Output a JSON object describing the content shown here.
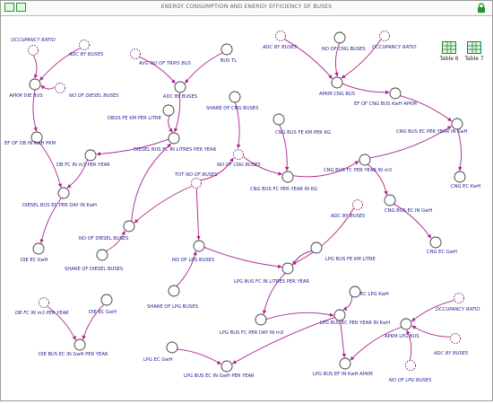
{
  "window": {
    "title": "ENERGY CONSUMPTION AND ENERGY EFFICIENCY OF BUSES",
    "toolbar_buttons": [
      "map-icon",
      "model-icon"
    ],
    "lock_icon": "lock-icon"
  },
  "tables": [
    {
      "id": "table-6",
      "label": "Table 6",
      "icon": "table-icon"
    },
    {
      "id": "table-7",
      "label": "Table 7",
      "icon": "table-icon"
    }
  ],
  "colors": {
    "link": "#b0208f",
    "node_stroke": "#3a3a3a",
    "ghost_stroke": "#7a1a6a",
    "label_blue": "#1e1e8f",
    "accent_green": "#1c9a2f"
  },
  "nodes": [
    {
      "id": "occ1",
      "label": "OCCUPANCY RATIO",
      "ghost": true
    },
    {
      "id": "adc1",
      "label": "ADC BY BUSES",
      "ghost": true
    },
    {
      "id": "apkmdie",
      "label": "APKM DIE BUS"
    },
    {
      "id": "nodie",
      "label": "NO OF DIESEL BUSES",
      "ghost": true
    },
    {
      "id": "avgnotrips",
      "label": "AVG NO OF TRIPS BUS",
      "ghost": true
    },
    {
      "id": "bustl",
      "label": "BUS TL"
    },
    {
      "id": "adcbuses",
      "label": "ADC BY BUSES"
    },
    {
      "id": "dbusfe",
      "label": "DBUS FE KM PER LITRE"
    },
    {
      "id": "efdb",
      "label": "EF OF DB IN KwH PKM"
    },
    {
      "id": "dbfc",
      "label": "DB FC IN m3 PER YEAR"
    },
    {
      "id": "dbusfc",
      "label": "DIESEL BUS FC IN LITRES PER YEAR"
    },
    {
      "id": "dbusec",
      "label": "DIESEL BUS EC PER DAY IN KwH"
    },
    {
      "id": "dieec",
      "label": "DIE EC KwH"
    },
    {
      "id": "shcng",
      "label": "SHARE OF CNG BUSES"
    },
    {
      "id": "adc2",
      "label": "ADC BY BUSES",
      "ghost": true
    },
    {
      "id": "nocng1",
      "label": "NO OF CNG BUSES",
      "ghost": true
    },
    {
      "id": "occ2",
      "label": "OCCUPANCY RATIO",
      "ghost": true
    },
    {
      "id": "tbl6",
      "label": "Table 6"
    },
    {
      "id": "tbl7",
      "label": "Table 7"
    },
    {
      "id": "apkmcng",
      "label": "APKM CNG BUS"
    },
    {
      "id": "efcng",
      "label": "EF OF CNG BUS KwH APKM"
    },
    {
      "id": "cngfe",
      "label": "CNG BUS FE KM PER KG"
    },
    {
      "id": "nocng",
      "label": "NO OF CNG BUSES"
    },
    {
      "id": "cngfckg",
      "label": "CNG BUS FC PER YEAR IN KG"
    },
    {
      "id": "cngfcm3",
      "label": "CNG BUS FC PER YEAR IN m3"
    },
    {
      "id": "cngecyr",
      "label": "CNG BUS EC PER YEAR IN KwH"
    },
    {
      "id": "cngec",
      "label": "CNG EC KwH"
    },
    {
      "id": "cngecgwh",
      "label": "CNG BUS EC IN GwH"
    },
    {
      "id": "cngecgwh2",
      "label": "CNG EC GwH"
    },
    {
      "id": "adc3",
      "label": "ADC BY BUSES",
      "ghost": true
    },
    {
      "id": "totno",
      "label": "TOT NO OF BUSES",
      "ghost": true
    },
    {
      "id": "nodiesel",
      "label": "NO OF DIESEL BUSES"
    },
    {
      "id": "shdiesel",
      "label": "SHARE OF DIESEL BUSES"
    },
    {
      "id": "nolpg",
      "label": "NO OF LPG BUSES"
    },
    {
      "id": "lpgfe",
      "label": "LPG BUS FE KM LITRE"
    },
    {
      "id": "lpgfcl",
      "label": "LPG BUS FC IN LITRES PER YEAR"
    },
    {
      "id": "shlpg",
      "label": "SHARE OF LPG BUSES"
    },
    {
      "id": "eclpg",
      "label": "EC LPG KwH"
    },
    {
      "id": "occ3",
      "label": "OCCUPANCY RATIO",
      "ghost": true
    },
    {
      "id": "dbfc2",
      "label": "DB FC IN m3 PER YEAR",
      "ghost": true
    },
    {
      "id": "dieecgwh",
      "label": "DIE EC GwH"
    },
    {
      "id": "dieecgwhpy",
      "label": "DIE BUS EC IN GwH PER YEAR"
    },
    {
      "id": "lpgfcday",
      "label": "LPG BUS FC PER DAY IN m3"
    },
    {
      "id": "lpgecyr",
      "label": "LPG BUS EC PER YEAR IN KwH"
    },
    {
      "id": "apkmlpg",
      "label": "APKM LPG BUS"
    },
    {
      "id": "adc4",
      "label": "ADC BY BUSES",
      "ghost": true
    },
    {
      "id": "lpgecgwh",
      "label": "LPG EC GwH"
    },
    {
      "id": "lpgecgwhpy",
      "label": "LPG BUS EC IN GwH PER YEAR"
    },
    {
      "id": "lpgef",
      "label": "LPG BUS EF IN KwH APKM"
    },
    {
      "id": "nolpg2",
      "label": "NO OF LPG BUSES",
      "ghost": true
    }
  ],
  "links": [
    [
      "occ1",
      "apkmdie"
    ],
    [
      "adc1",
      "apkmdie"
    ],
    [
      "nodie",
      "apkmdie"
    ],
    [
      "apkmdie",
      "efdb"
    ],
    [
      "avgnotrips",
      "adcbuses"
    ],
    [
      "bustl",
      "adcbuses"
    ],
    [
      "adcbuses",
      "dbusfc"
    ],
    [
      "dbusfe",
      "dbusfc"
    ],
    [
      "dbusfc",
      "dbfc"
    ],
    [
      "dbfc",
      "dbusec"
    ],
    [
      "efdb",
      "dbusec"
    ],
    [
      "dbusec",
      "dieec"
    ],
    [
      "shcng",
      "nocng1"
    ],
    [
      "nocng1",
      "cngfckg"
    ],
    [
      "cngfe",
      "cngfckg"
    ],
    [
      "cngfckg",
      "cngfcm3"
    ],
    [
      "adc2",
      "apkmcng"
    ],
    [
      "nocng",
      "apkmcng"
    ],
    [
      "occ2",
      "apkmcng"
    ],
    [
      "apkmcng",
      "efcng"
    ],
    [
      "efcng",
      "cngecyr"
    ],
    [
      "cngfcm3",
      "cngecyr"
    ],
    [
      "cngecyr",
      "cngec"
    ],
    [
      "cngfcm3",
      "cngecgwh"
    ],
    [
      "cngecgwh",
      "cngecgwh2"
    ],
    [
      "totno",
      "nodiesel"
    ],
    [
      "nodiesel",
      "dbusfc"
    ],
    [
      "shdiesel",
      "nodiesel"
    ],
    [
      "totno",
      "nolpg"
    ],
    [
      "totno",
      "nocng1"
    ],
    [
      "nolpg",
      "lpgfcl"
    ],
    [
      "lpgfe",
      "lpgfcl"
    ],
    [
      "adc3",
      "lpgfcl"
    ],
    [
      "shlpg",
      "nolpg"
    ],
    [
      "lpgfcl",
      "lpgfcday"
    ],
    [
      "lpgfcday",
      "lpgecyr"
    ],
    [
      "eclpg",
      "lpgecyr"
    ],
    [
      "lpgecyr",
      "lpgecgwhpy"
    ],
    [
      "lpgecgwh",
      "lpgecgwhpy"
    ],
    [
      "lpgecyr",
      "lpgef"
    ],
    [
      "apkmlpg",
      "lpgef"
    ],
    [
      "occ3",
      "apkmlpg"
    ],
    [
      "adc4",
      "apkmlpg"
    ],
    [
      "nolpg2",
      "apkmlpg"
    ],
    [
      "dbfc2",
      "dieecgwhpy"
    ],
    [
      "dieecgwh",
      "dieecgwhpy"
    ]
  ]
}
